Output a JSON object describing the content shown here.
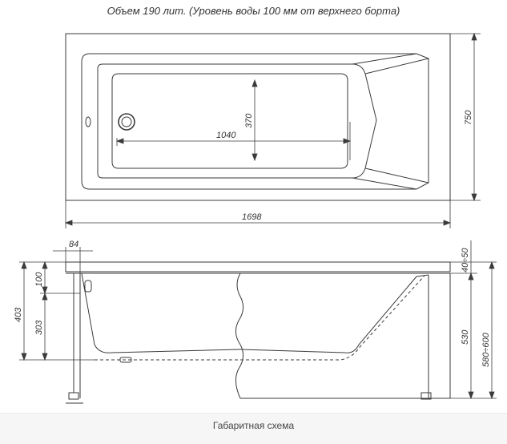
{
  "header": {
    "title": "Объем 190 лит. (Уровень воды 100 мм от верхнего борта)"
  },
  "dimensions": {
    "top_view": {
      "overall_length": "1698",
      "overall_width": "750",
      "inner_length": "1040",
      "inner_width": "370"
    },
    "side_view": {
      "rim_offset": "84",
      "rim_thickness": "40÷50",
      "water_depth": "100",
      "inner_depth": "303",
      "total_depth": "403",
      "body_height": "530",
      "leg_height": "580÷600"
    }
  },
  "footer": {
    "caption": "Габаритная схема"
  }
}
